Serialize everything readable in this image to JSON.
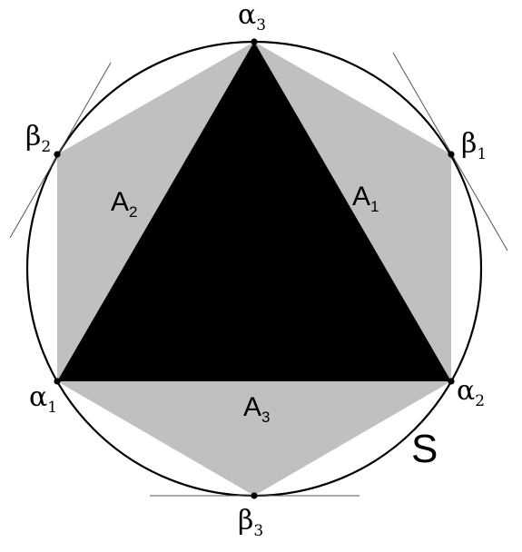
{
  "colors": {
    "hexagon": "#c0c0c0",
    "triangle": "#000000",
    "circle": "#000000",
    "tangent": "#555555",
    "background": "#ffffff"
  },
  "labels": {
    "alpha1": {
      "base": "α",
      "sub": "1"
    },
    "alpha2": {
      "base": "α",
      "sub": "2"
    },
    "alpha3": {
      "base": "α",
      "sub": "3"
    },
    "beta1": {
      "base": "β",
      "sub": "1"
    },
    "beta2": {
      "base": "β",
      "sub": "2"
    },
    "beta3": {
      "base": "β",
      "sub": "3"
    },
    "A1": {
      "base": "A",
      "sub": "1"
    },
    "A2": {
      "base": "A",
      "sub": "2"
    },
    "A3": {
      "base": "A",
      "sub": "3"
    },
    "S": "S"
  }
}
